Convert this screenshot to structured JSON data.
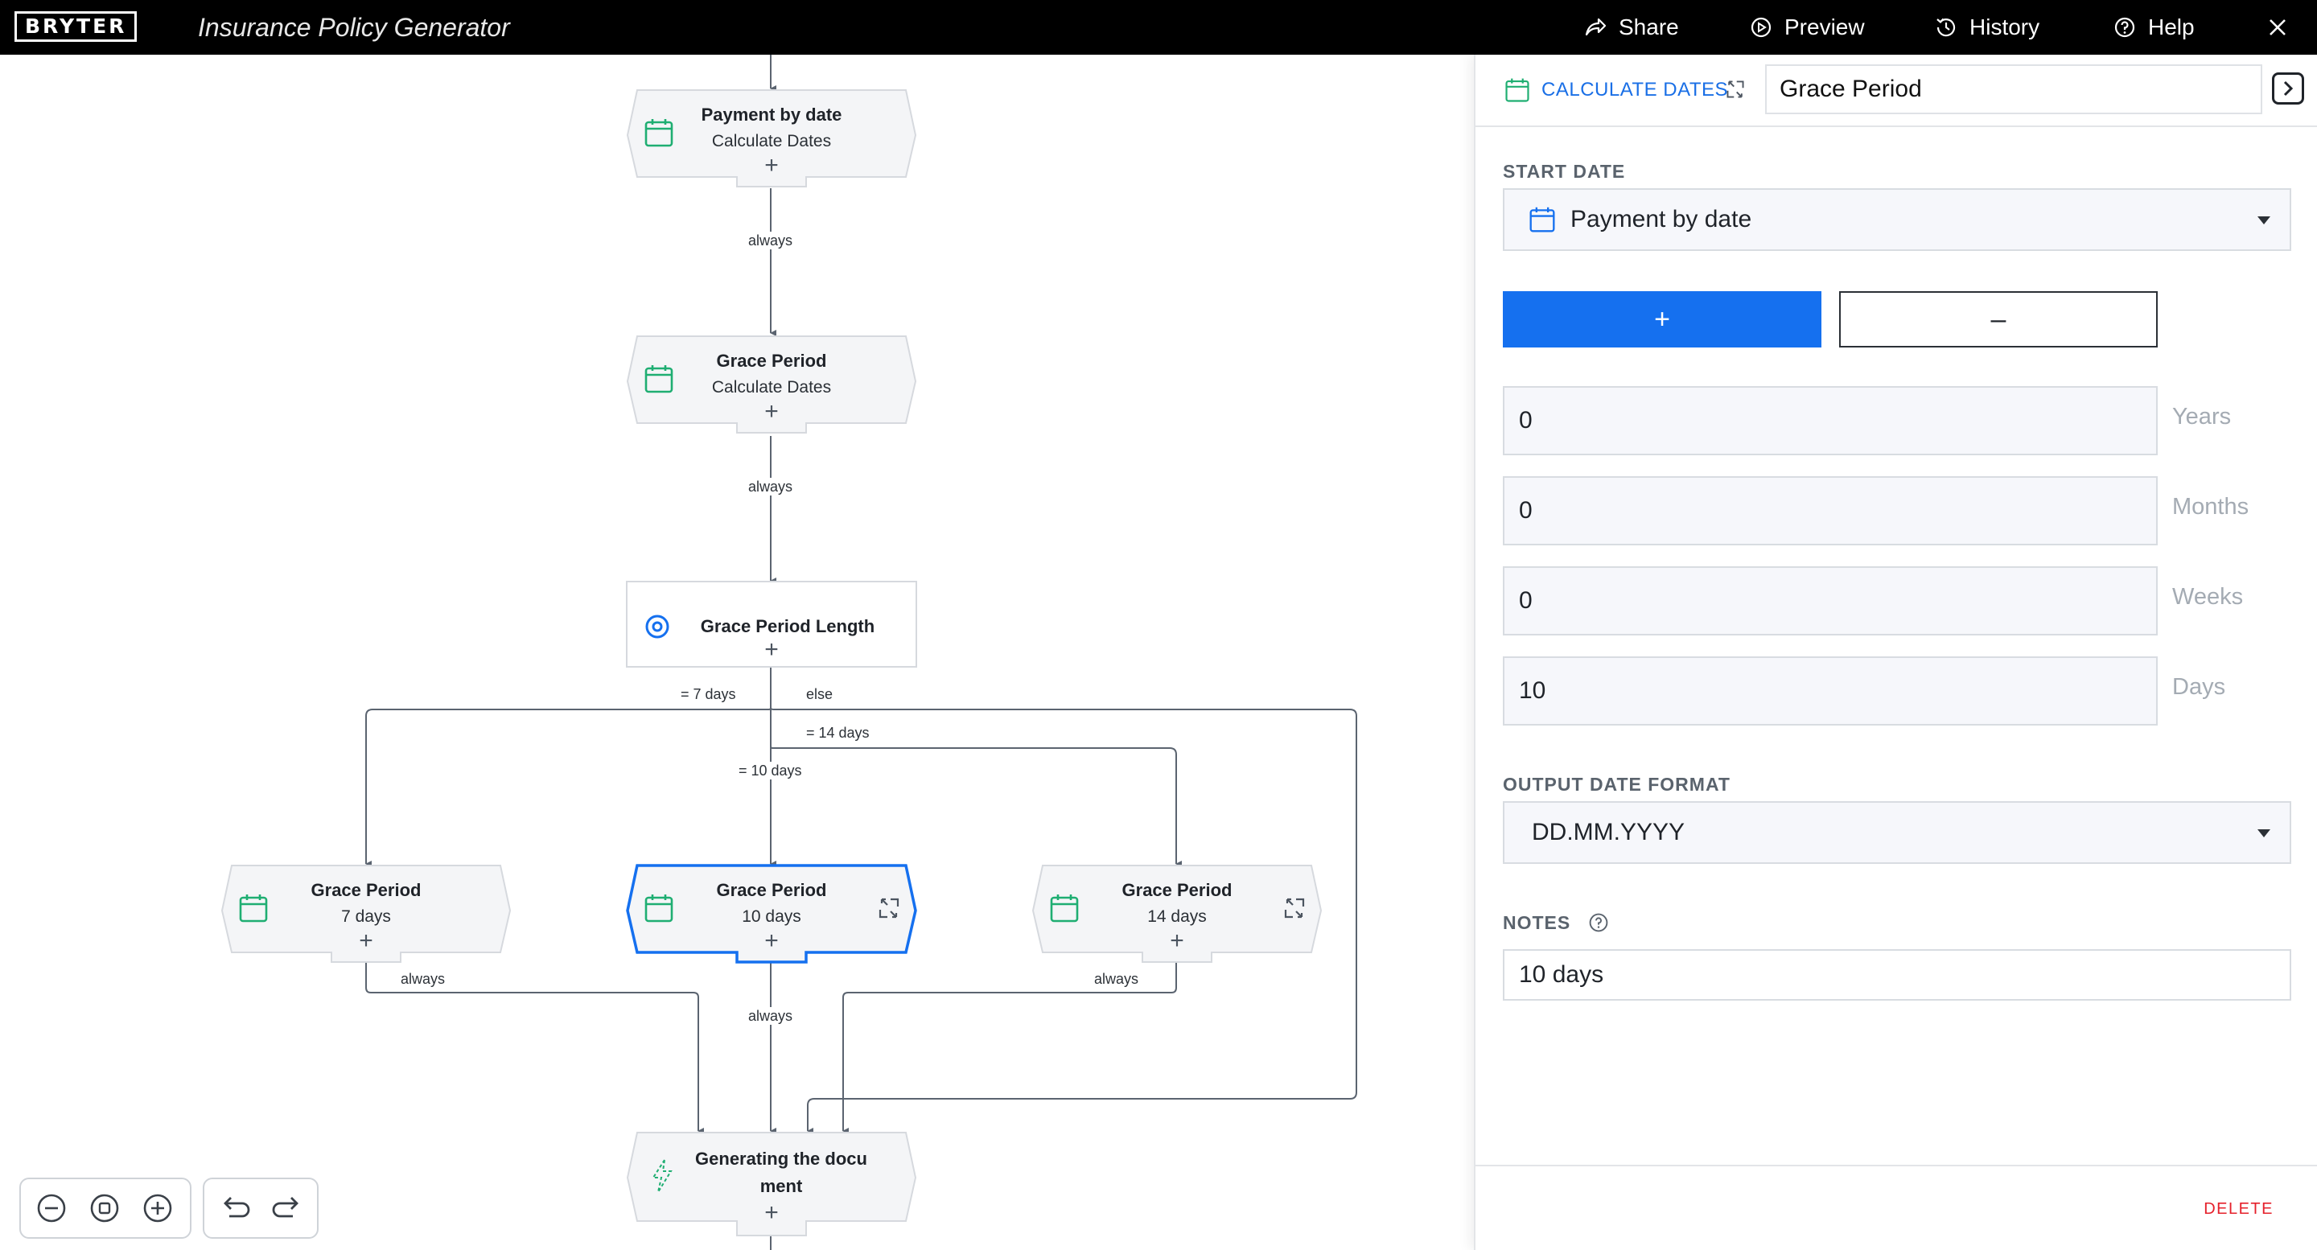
{
  "app": {
    "logo_text": "BRYTER",
    "title": "Insurance Policy Generator"
  },
  "nav": {
    "share": "Share",
    "preview": "Preview",
    "history": "History",
    "help": "Help"
  },
  "flow": {
    "nodes": {
      "payment": {
        "title": "Payment by date",
        "subtitle": "Calculate Dates",
        "icon": "calendar-icon"
      },
      "grace_main": {
        "title": "Grace Period",
        "subtitle": "Calculate Dates",
        "icon": "calendar-icon"
      },
      "grace_length": {
        "title": "Grace Period Length",
        "icon": "target-icon"
      },
      "grace_7": {
        "title": "Grace Period",
        "subtitle": "7 days",
        "icon": "calendar-icon"
      },
      "grace_10": {
        "title": "Grace Period",
        "subtitle": "10 days",
        "icon": "calendar-icon",
        "selected": true
      },
      "grace_14": {
        "title": "Grace Period",
        "subtitle": "14 days",
        "icon": "calendar-icon"
      },
      "generate": {
        "title_line1": "Generating the docu",
        "title_line2": "ment",
        "icon": "lightning-icon"
      }
    },
    "edge_labels": {
      "always_1": "always",
      "always_2": "always",
      "eq7": "= 7 days",
      "else": "else",
      "eq14": "= 14 days",
      "eq10": "= 10 days",
      "always_left": "always",
      "always_mid": "always",
      "always_right": "always"
    },
    "plus_symbol": "+"
  },
  "panel": {
    "type_label": "CALCULATE DATES",
    "name_value": "Grace Period",
    "start_date_label": "START DATE",
    "start_date_value": "Payment by date",
    "add_label": "+",
    "subtract_label": "–",
    "years_value": "0",
    "years_label": "Years",
    "months_value": "0",
    "months_label": "Months",
    "weeks_value": "0",
    "weeks_label": "Weeks",
    "days_value": "10",
    "days_label": "Days",
    "output_format_label": "OUTPUT DATE FORMAT",
    "output_format_value": "DD.MM.YYYY",
    "notes_label": "NOTES",
    "notes_value": "10 days",
    "delete_label": "DELETE"
  },
  "colors": {
    "accent_blue": "#1570ef",
    "calendar_green": "#1fae72",
    "delete_red": "#e5202b"
  }
}
